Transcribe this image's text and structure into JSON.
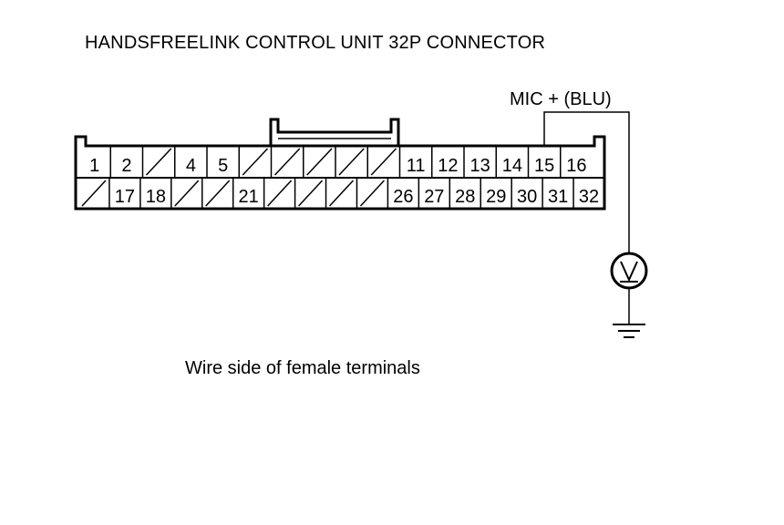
{
  "title": "HANDSFREELINK CONTROL UNIT 32P CONNECTOR",
  "caption": "Wire side of female terminals",
  "probe_label": "MIC + (BLU)",
  "probe_terminal": "15",
  "meter_icon": "dc-voltmeter-icon",
  "ground_icon": "ground-symbol-icon",
  "connector": {
    "top_row": [
      "1",
      "2",
      "",
      "4",
      "5",
      "",
      "",
      "",
      "",
      "",
      "11",
      "12",
      "13",
      "14",
      "15",
      "16"
    ],
    "bottom_row": [
      "",
      "17",
      "18",
      "",
      "",
      "21",
      "",
      "",
      "",
      "",
      "26",
      "27",
      "28",
      "29",
      "30",
      "31",
      "32"
    ]
  }
}
